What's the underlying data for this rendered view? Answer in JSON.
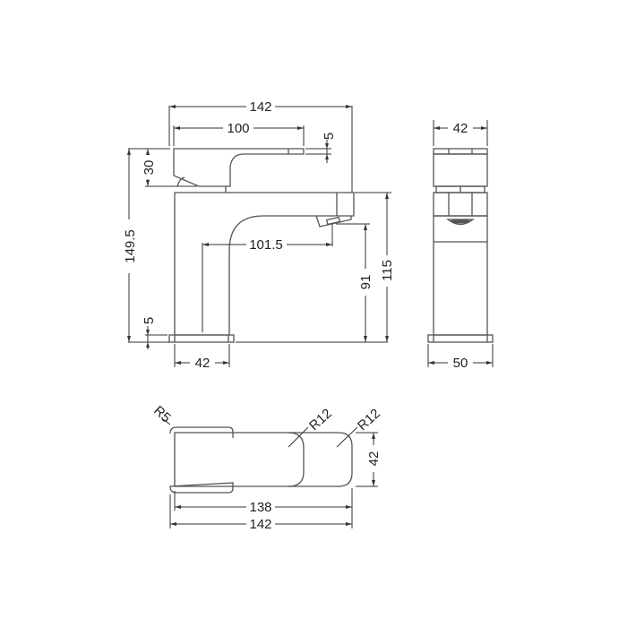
{
  "drawing": {
    "type": "basin-mixer-tap technical drawing",
    "units": "mm",
    "colors": {
      "line": "#555555",
      "dimension": "#333333",
      "text": "#222222",
      "background": "#ffffff"
    }
  },
  "side_view": {
    "overall_width": "142",
    "lever_length": "100",
    "lever_tip_thickness": "5",
    "handle_height": "30",
    "overall_height": "149.5",
    "base_thickness": "5",
    "base_width": "42",
    "spout_reach": "101.5",
    "spout_outlet_height": "91",
    "body_height": "115"
  },
  "front_view": {
    "top_width": "42",
    "base_width": "50"
  },
  "top_view": {
    "corner_radius_small": "R5",
    "corner_radius_handle": "R12",
    "corner_radius_spout": "R12",
    "depth": "42",
    "inner_length": "138",
    "overall_length": "142"
  }
}
